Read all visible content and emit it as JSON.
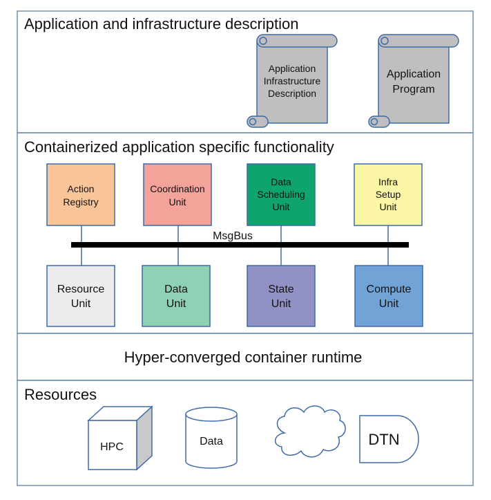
{
  "sections": {
    "app_infra": {
      "title": "Application and infrastructure description",
      "scrolls": [
        {
          "lines": [
            "Application",
            "Infrastructure",
            "Description"
          ]
        },
        {
          "lines": [
            "Application",
            "Program"
          ]
        }
      ]
    },
    "containerized": {
      "title": "Containerized application specific functionality",
      "top_units": [
        {
          "lines": [
            "Action",
            "Registry"
          ],
          "color": "#f9c598"
        },
        {
          "lines": [
            "Coordination",
            "Unit"
          ],
          "color": "#f4a39b"
        },
        {
          "lines": [
            "Data",
            "Scheduling",
            "Unit"
          ],
          "color": "#0fa46c"
        },
        {
          "lines": [
            "Infra",
            "Setup",
            "Unit"
          ],
          "color": "#fcf7a7"
        }
      ],
      "bus_label": "MsgBus",
      "bottom_units": [
        {
          "lines": [
            "Resource",
            "Unit"
          ],
          "color": "#ececec"
        },
        {
          "lines": [
            "Data",
            "Unit"
          ],
          "color": "#8fd1b4"
        },
        {
          "lines": [
            "State",
            "Unit"
          ],
          "color": "#9191c5"
        },
        {
          "lines": [
            "Compute",
            "Unit"
          ],
          "color": "#72a3d7"
        }
      ]
    },
    "runtime": {
      "title": "Hyper-converged container runtime"
    },
    "resources": {
      "title": "Resources",
      "items": {
        "hpc": "HPC",
        "data": "Data",
        "dtn": "DTN"
      }
    }
  },
  "colors": {
    "section_border": "#6f8fb3",
    "box_border": "#3d6aa8",
    "scroll_fill": "#bfbfbf",
    "bus": "#000000",
    "cube_side": "#c9c9c9"
  }
}
